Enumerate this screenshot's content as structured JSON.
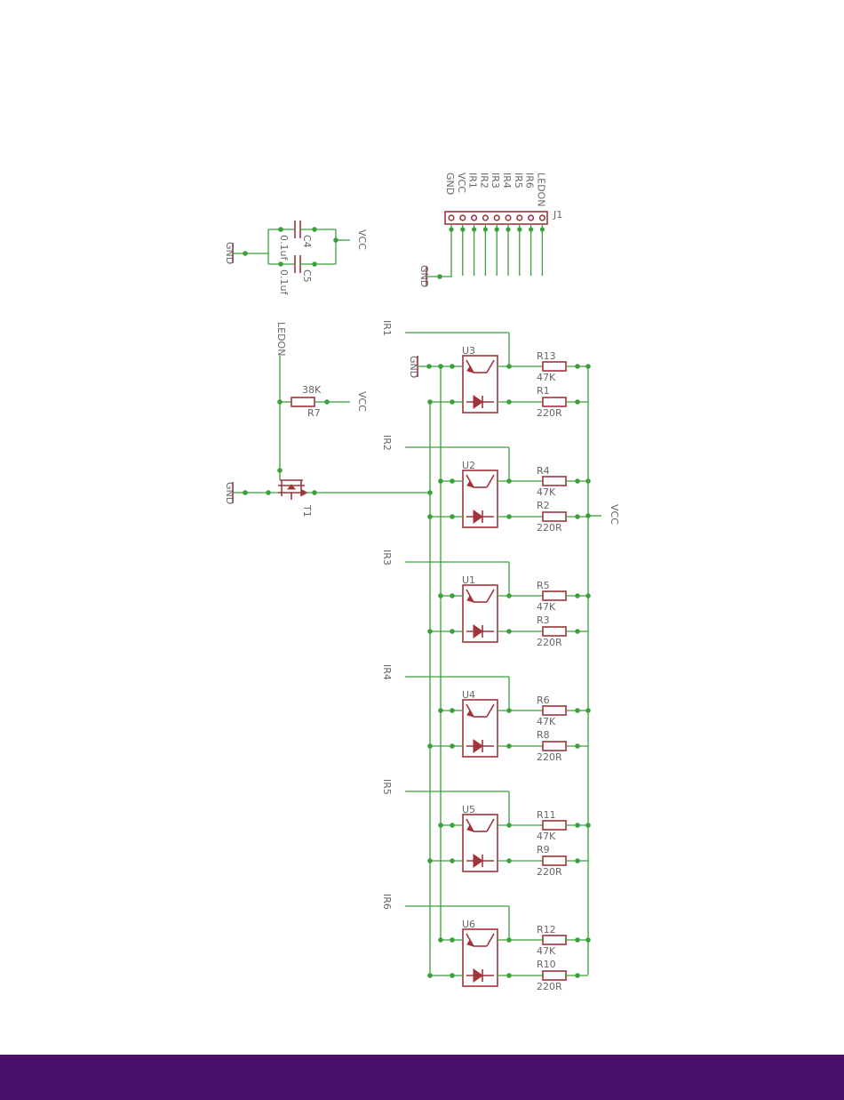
{
  "colors": {
    "wire": "#3aa03a",
    "component": "#a0343a",
    "text": "#666666",
    "footer": "#4a0f6b"
  },
  "connector": {
    "ref": "J1",
    "pins": [
      "GND",
      "VCC",
      "IR1",
      "IR2",
      "IR3",
      "IR4",
      "IR5",
      "IR6",
      "LEDON"
    ]
  },
  "power": {
    "gnd": "GND",
    "vcc": "VCC"
  },
  "decoupling": [
    {
      "ref": "C4",
      "value": "0.1uf"
    },
    {
      "ref": "C5",
      "value": "0.1uf"
    }
  ],
  "driver": {
    "net": "LEDON",
    "resistor": {
      "ref": "R7",
      "value": "38K"
    },
    "transistor": {
      "ref": "T1"
    }
  },
  "sensors": [
    {
      "net": "IR1",
      "ref": "U3",
      "pullup": {
        "ref": "R13",
        "value": "47K"
      },
      "led_res": {
        "ref": "R1",
        "value": "220R"
      }
    },
    {
      "net": "IR2",
      "ref": "U2",
      "pullup": {
        "ref": "R4",
        "value": "47K"
      },
      "led_res": {
        "ref": "R2",
        "value": "220R"
      }
    },
    {
      "net": "IR3",
      "ref": "U1",
      "pullup": {
        "ref": "R5",
        "value": "47K"
      },
      "led_res": {
        "ref": "R3",
        "value": "220R"
      }
    },
    {
      "net": "IR4",
      "ref": "U4",
      "pullup": {
        "ref": "R6",
        "value": "47K"
      },
      "led_res": {
        "ref": "R8",
        "value": "220R"
      }
    },
    {
      "net": "IR5",
      "ref": "U5",
      "pullup": {
        "ref": "R11",
        "value": "47K"
      },
      "led_res": {
        "ref": "R9",
        "value": "220R"
      }
    },
    {
      "net": "IR6",
      "ref": "U6",
      "pullup": {
        "ref": "R12",
        "value": "47K"
      },
      "led_res": {
        "ref": "R10",
        "value": "220R"
      }
    }
  ]
}
